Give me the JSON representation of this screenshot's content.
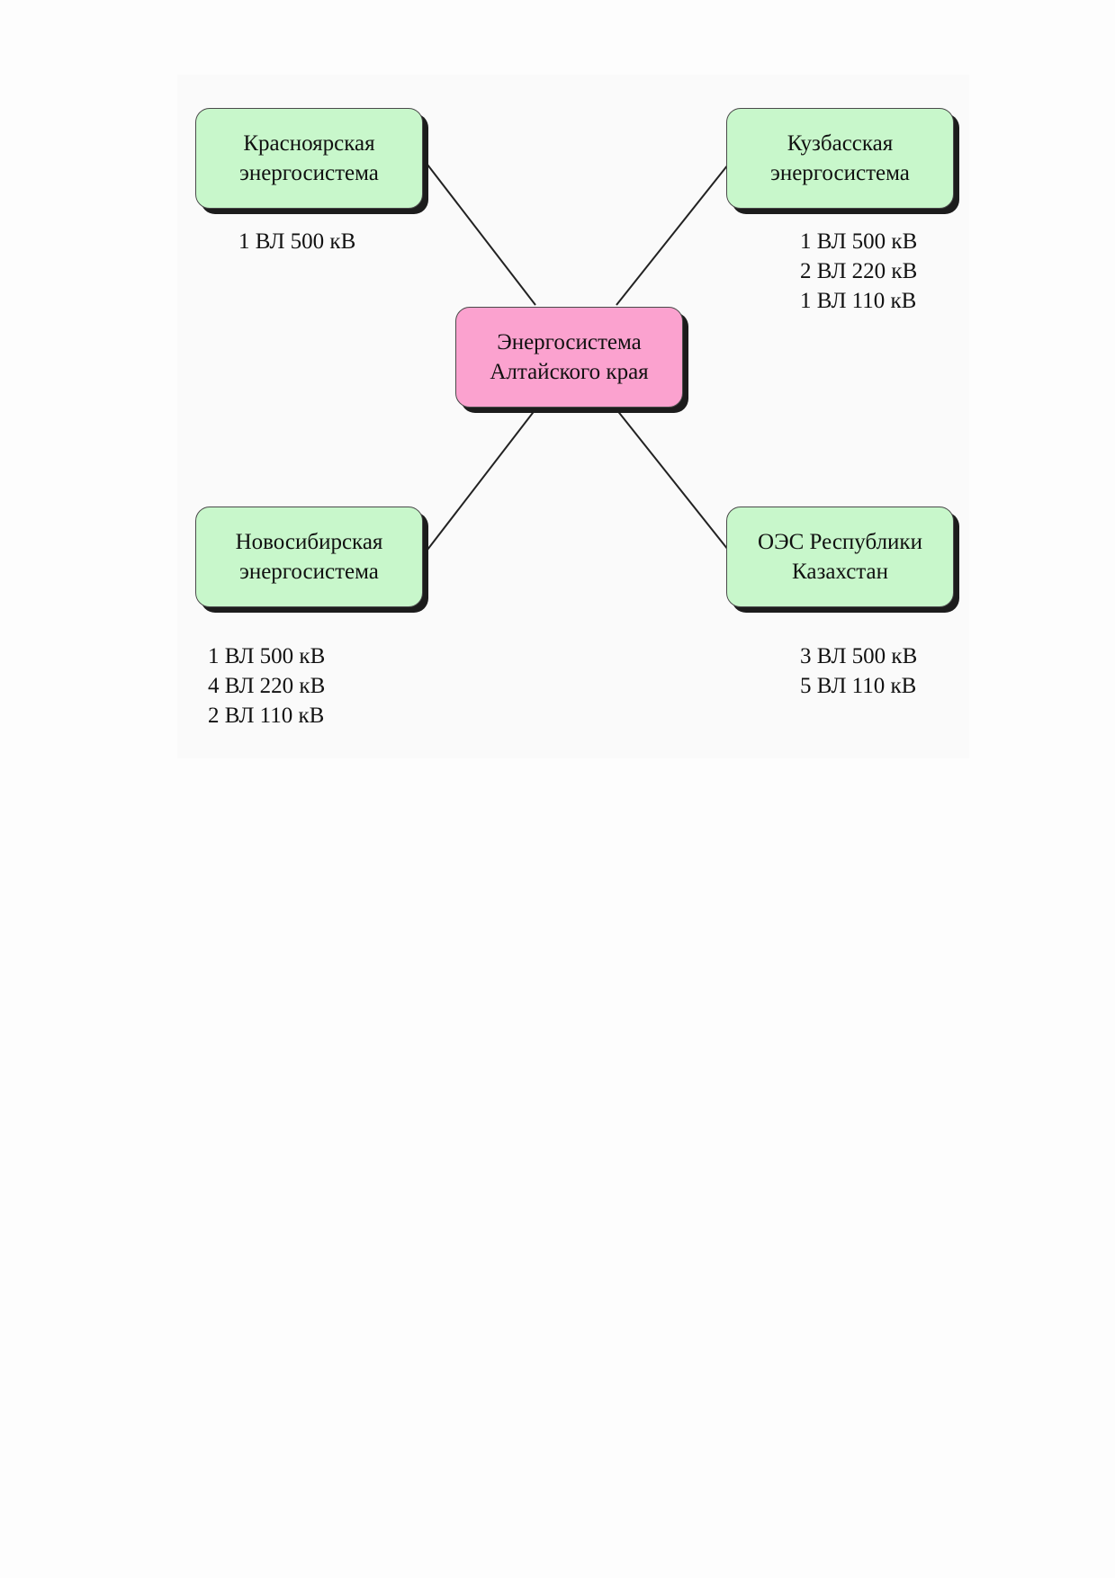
{
  "hub": {
    "label": "Энергосистема\nАлтайского края"
  },
  "systems": [
    {
      "id": "krasnoyarsk",
      "label": "Красноярская\nэнергосистема",
      "lines": [
        "1 ВЛ 500 кВ"
      ]
    },
    {
      "id": "kuzbass",
      "label": "Кузбасская\nэнергосистема",
      "lines": [
        "1 ВЛ 500 кВ",
        "2 ВЛ 220 кВ",
        "1 ВЛ 110 кВ"
      ]
    },
    {
      "id": "novosibirsk",
      "label": "Новосибирская\nэнергосистема",
      "lines": [
        "1 ВЛ 500 кВ",
        "4 ВЛ 220 кВ",
        "2 ВЛ 110 кВ"
      ]
    },
    {
      "id": "kazakhstan",
      "label": "ОЭС Республики\nКазахстан",
      "lines": [
        "3 ВЛ 500 кВ",
        "5 ВЛ 110 кВ"
      ]
    }
  ],
  "colors": {
    "peer_fill": "#c8f7cb",
    "hub_fill": "#fba2cf",
    "connector": "#222222"
  }
}
